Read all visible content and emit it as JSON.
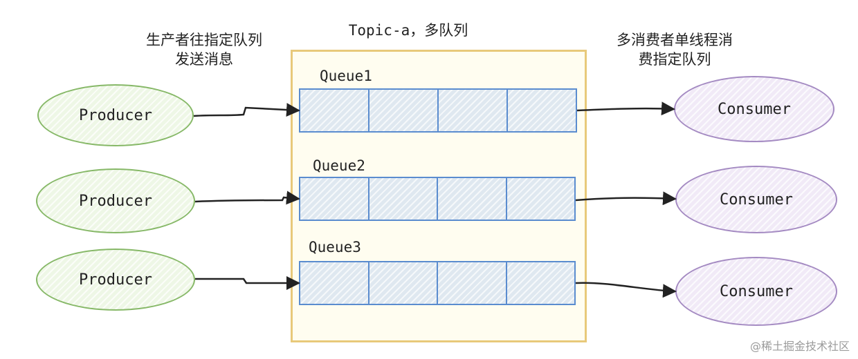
{
  "labels": {
    "producer_note_line1": "生产者往指定队列",
    "producer_note_line2": "发送消息",
    "topic_title": "Topic-a，多队列",
    "consumer_note_line1": "多消费者单线程消",
    "consumer_note_line2": "费指定队列"
  },
  "queues": [
    {
      "name": "Queue1",
      "cells": 4
    },
    {
      "name": "Queue2",
      "cells": 4
    },
    {
      "name": "Queue3",
      "cells": 4
    }
  ],
  "producers": [
    {
      "label": "Producer"
    },
    {
      "label": "Producer"
    },
    {
      "label": "Producer"
    }
  ],
  "consumers": [
    {
      "label": "Consumer"
    },
    {
      "label": "Consumer"
    },
    {
      "label": "Consumer"
    }
  ],
  "watermark": "@稀土掘金技术社区",
  "colors": {
    "producer_stroke": "#86b867",
    "consumer_stroke": "#a48ac2",
    "queue_stroke": "#5a8ccf",
    "topic_stroke": "#e8c97a"
  }
}
